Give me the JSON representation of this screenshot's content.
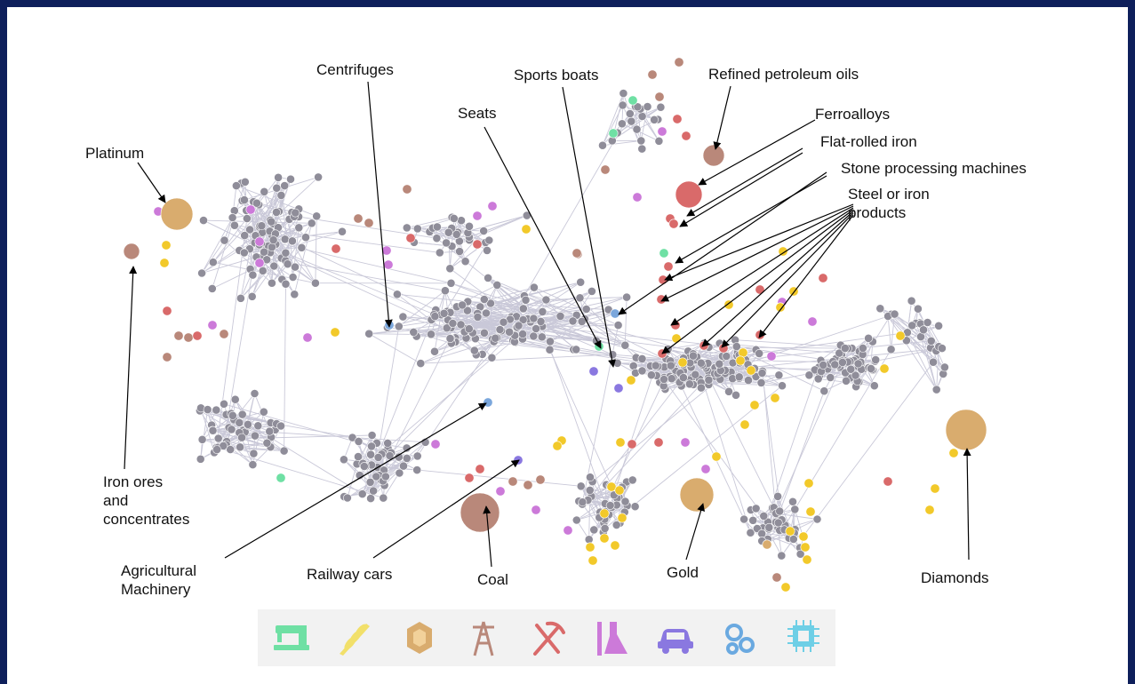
{
  "labels": {
    "centrifuges": "Centrifuges",
    "sports_boats": "Sports boats",
    "refined_petroleum": "Refined petroleum oils",
    "seats": "Seats",
    "ferroalloys": "Ferroalloys",
    "platinum": "Platinum",
    "flat_rolled_iron": "Flat-rolled iron",
    "stone_processing": "Stone processing machines",
    "steel_iron_products": "Steel or iron\nproducts",
    "iron_ores": "Iron ores\nand\nconcentrates",
    "agricultural_machinery": "Agricultural\nMachinery",
    "railway_cars": "Railway cars",
    "coal": "Coal",
    "gold": "Gold",
    "diamonds": "Diamonds"
  },
  "colors": {
    "frame": "#0e1f5b",
    "node_default": "#8f8d99",
    "edge": "#c9c8d8",
    "machinery": "#7ba7dc",
    "textiles": "#6fe0a4",
    "precious": "#d9ac6e",
    "mining": "#b9887a",
    "metals": "#d96a6a",
    "chemicals": "#cc7ad9",
    "vehicles": "#8a78e0",
    "agriculture": "#f2c92a",
    "electronics": "#6ecfe6"
  },
  "legend": [
    {
      "icon": "sewing-machine-icon",
      "category": "textiles"
    },
    {
      "icon": "wheat-icon",
      "category": "agriculture"
    },
    {
      "icon": "gem-icon",
      "category": "precious"
    },
    {
      "icon": "oil-derrick-icon",
      "category": "mining"
    },
    {
      "icon": "pickaxe-shovel-icon",
      "category": "metals"
    },
    {
      "icon": "flask-icon",
      "category": "chemicals"
    },
    {
      "icon": "car-icon",
      "category": "vehicles"
    },
    {
      "icon": "gears-icon",
      "category": "machinery"
    },
    {
      "icon": "microchip-icon",
      "category": "electronics"
    }
  ]
}
